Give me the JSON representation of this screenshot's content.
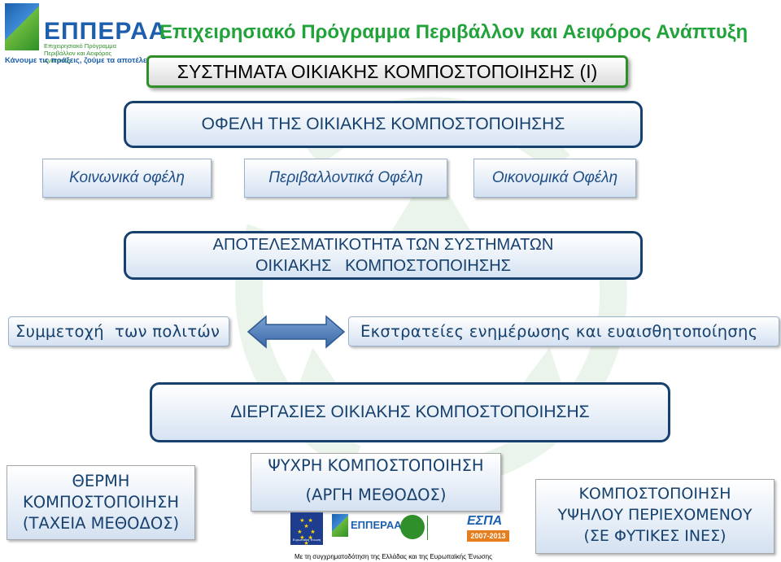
{
  "header": {
    "logo_name": "ΕΠΠΕΡΑΑ",
    "logo_subtitle": "Επιχειρησιακό Πρόγραμμα Περιβάλλον και Αειφόρος Ανάπτυξη",
    "logo_slogan": "Κάνουμε τις πράξεις, ζούμε τα αποτέλεσμα",
    "program_title": "Επιχειρησιακό Πρόγραμμα Περιβάλλον και Αειφόρος Ανάπτυξη",
    "slide_title": "ΣΥΣΤΗΜΑΤΑ ΟΙΚΙΑΚΗΣ ΚΟΜΠΟΣΤΟΠΟΙΗΣΗΣ (Ι)"
  },
  "benefits": {
    "heading": "ΟΦΕΛΗ ΤΗΣ ΟΙΚΙΑΚΗΣ ΚΟΜΠΟΣΤΟΠΟΙΗΣΗΣ",
    "items": [
      "Κοινωνικά οφέλη",
      "Περιβαλλοντικά Οφέλη",
      "Οικονομικά Οφέλη"
    ]
  },
  "effectiveness": {
    "heading_line1": "ΑΠΟΤΕΛΕΣΜΑΤΙΚΟΤΗΤΑ ΤΩΝ ΣΥΣΤΗΜΑΤΩΝ",
    "heading_line2": "ΟΙΚΙΑΚΗΣ   ΚΟΜΠΟΣΤΟΠΟΙΗΣΗΣ",
    "left": "Συμμετοχή  των πολιτών",
    "right": "Εκστρατείες ενημέρωσης και ευαισθητοποίησης"
  },
  "processes": {
    "heading": "ΔΙΕΡΓΑΣΙΕΣ ΟΙΚΙΑΚΗΣ ΚΟΜΠΟΣΤΟΠΟΙΗΣΗΣ",
    "hot": [
      "ΘΕΡΜΗ",
      "ΚΟΜΠΟΣΤΟΠΟΙΗΣΗ",
      "(ΤΑΧΕΙΑ ΜΕΘΟΔΟΣ)"
    ],
    "cold": [
      "ΨΥΧΡΗ ΚΟΜΠΟΣΤΟΠΟΙΗΣΗ",
      "(ΑΡΓΗ ΜΕΘΟΔΟΣ)"
    ],
    "high_plant": [
      "ΚΟΜΠΟΣΤΟΠΟΙΗΣΗ",
      "ΥΨΗΛΟΥ ΠΕΡΙΕΧΟΜΕΝΟΥ",
      "(ΣΕ ΦΥΤΙΚΕΣ ΙΝΕΣ)"
    ]
  },
  "footer": {
    "eu_label": "Ευρωπαϊκή Ένωση",
    "epperaa_label": "ΕΠΠΕΡΑΑ",
    "espa_label": "ΕΣΠΑ",
    "espa_years": "2007-2013",
    "caption": "Με τη συγχρηματοδότηση της Ελλάδας και της Ευρωπαϊκής Ένωσης"
  },
  "colors": {
    "green": "#22a23a",
    "navy": "#16406e",
    "light_blue": "#d4e1f1",
    "arrow_blue": "#4f81bd"
  }
}
